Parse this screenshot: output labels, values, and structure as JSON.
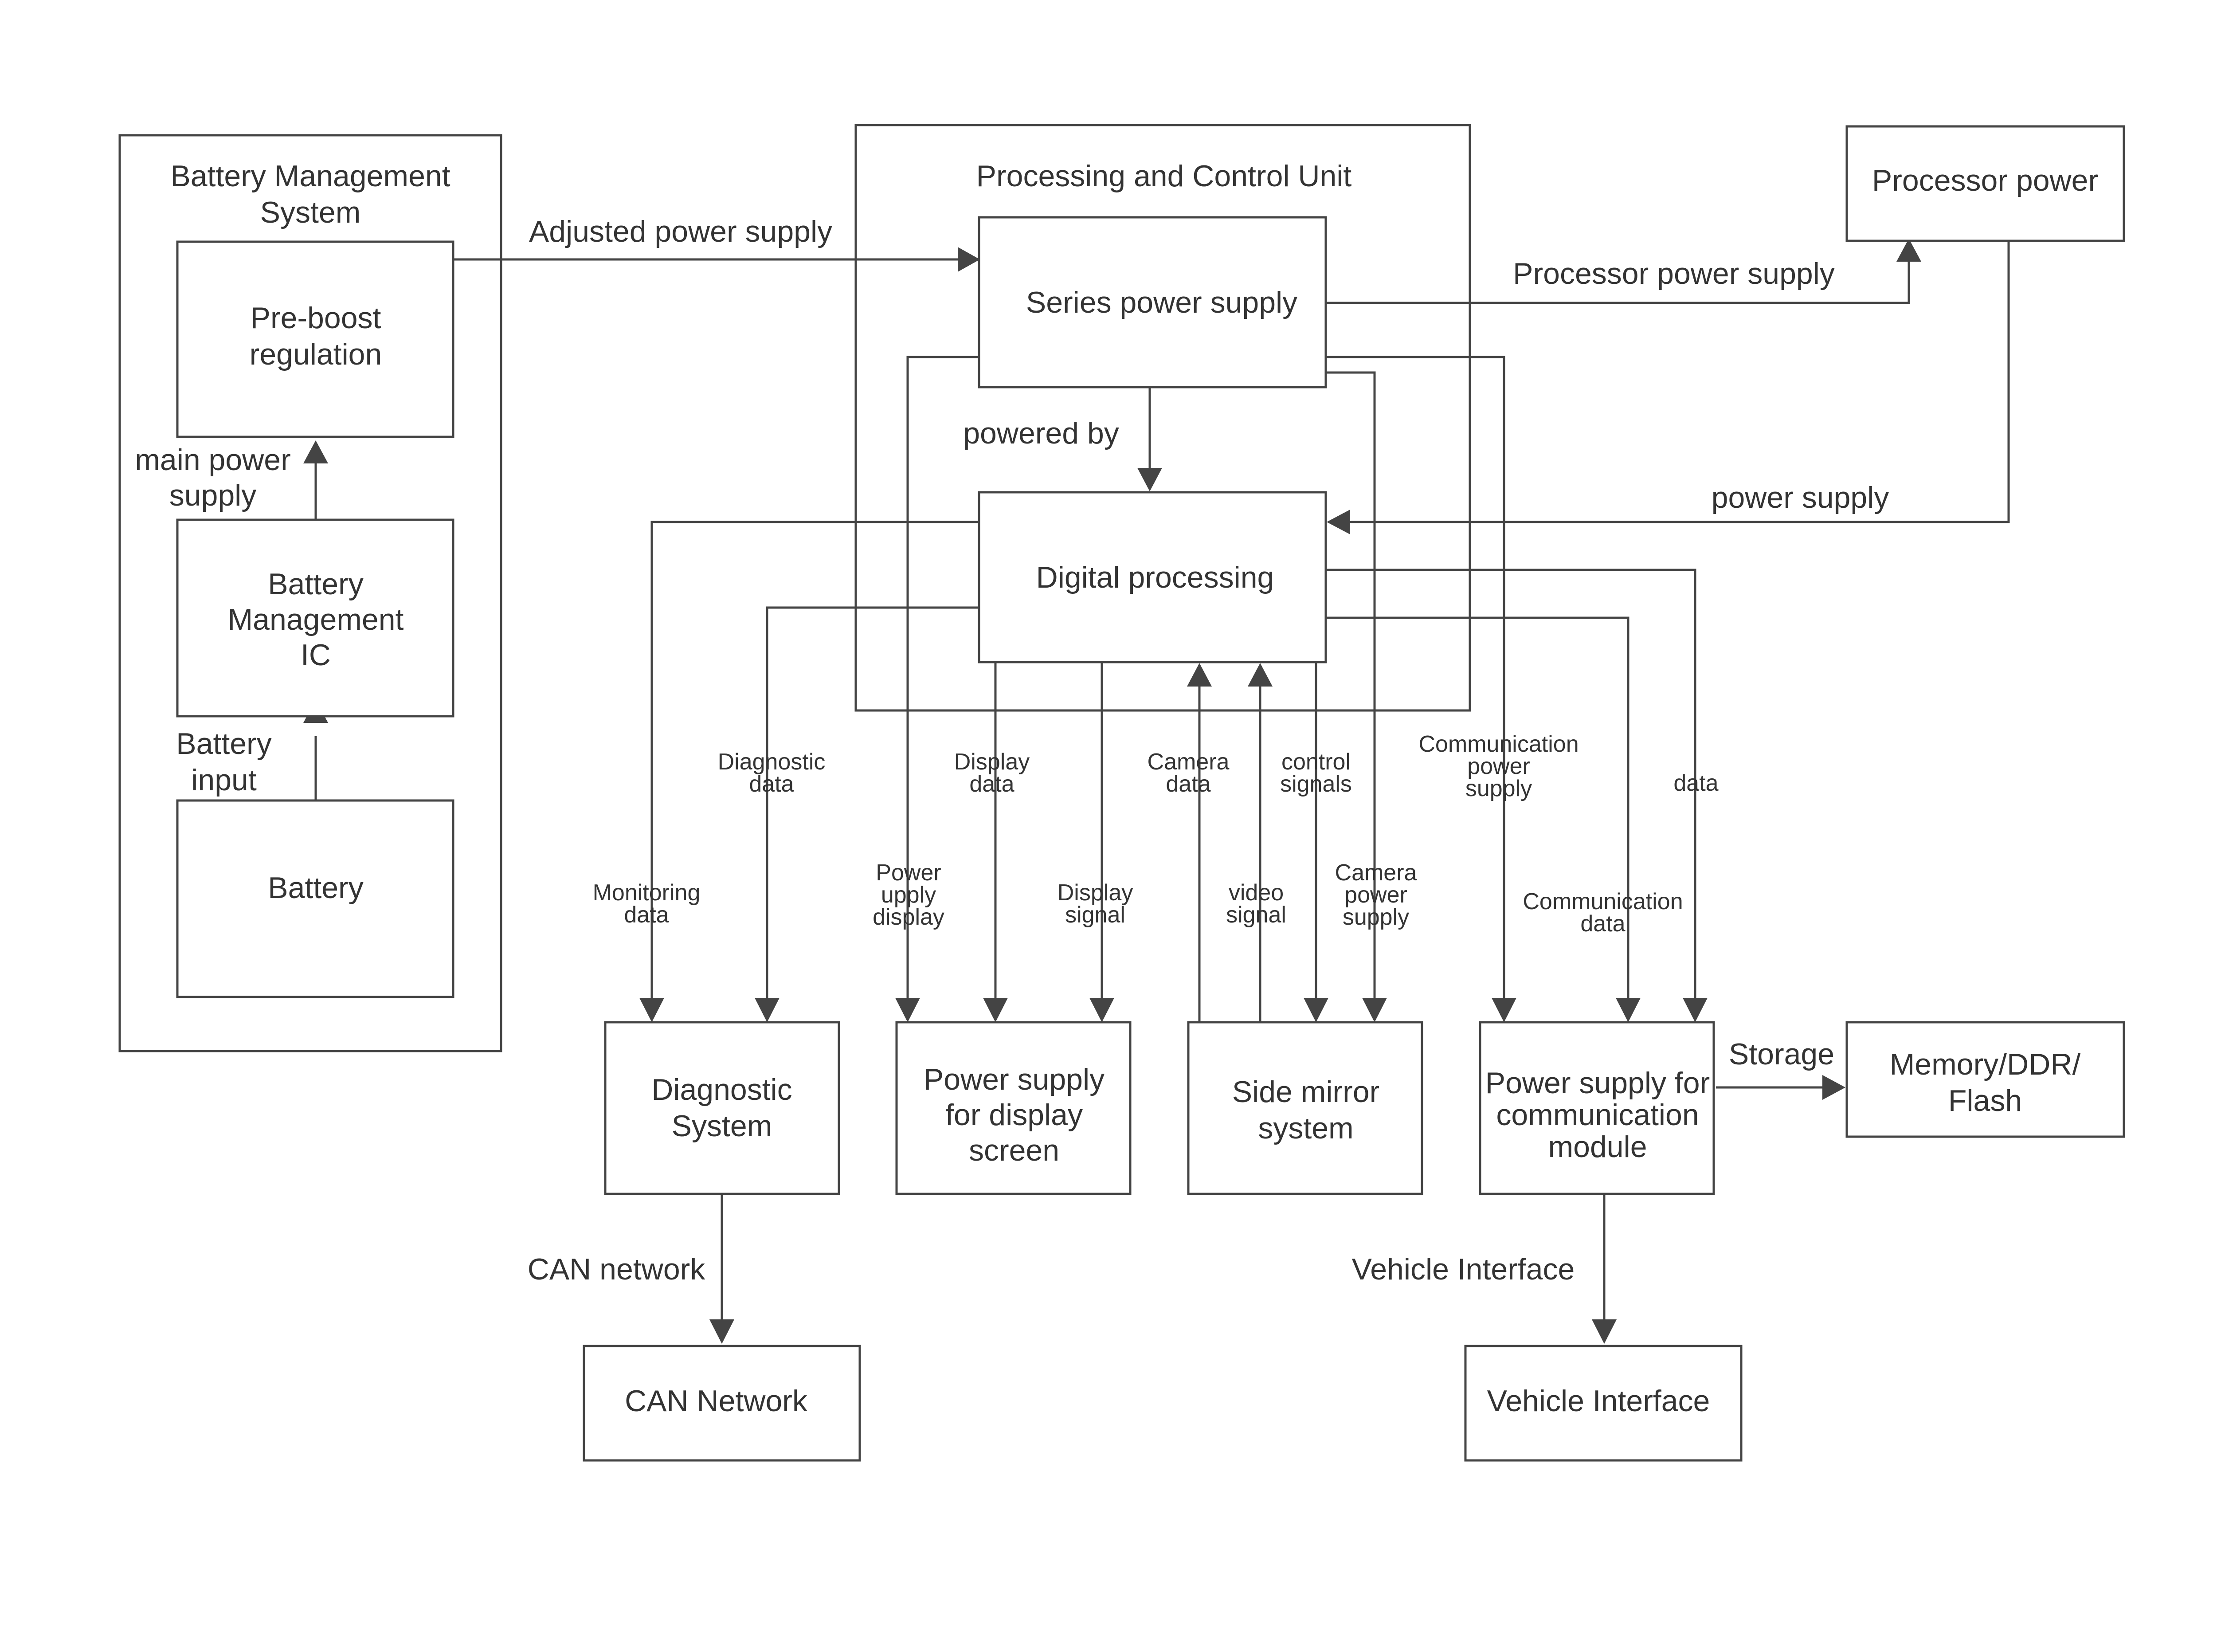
{
  "groups": {
    "bms": [
      "Battery Management",
      "System"
    ],
    "pcu": [
      "Processing and Control Unit"
    ]
  },
  "blocks": {
    "preboost": [
      "Pre-boost",
      "regulation"
    ],
    "bmic": [
      "Battery",
      "Management",
      "IC"
    ],
    "battery": [
      "Battery"
    ],
    "series": [
      "Series power supply"
    ],
    "digital": [
      "Digital processing"
    ],
    "procpower": [
      "Processor power"
    ],
    "diag": [
      "Diagnostic",
      "System"
    ],
    "psdisp": [
      "Power supply",
      "for display",
      "screen"
    ],
    "mirror": [
      "Side mirror",
      "system"
    ],
    "pscomm": [
      "Power supply for",
      "communication",
      "module"
    ],
    "memory": [
      "Memory/DDR/",
      "Flash"
    ],
    "can": [
      "CAN Network"
    ],
    "vehicle": [
      "Vehicle Interface"
    ]
  },
  "labels": {
    "main_power": [
      "main power",
      "supply"
    ],
    "battery_input": [
      "Battery",
      "input"
    ],
    "adjusted": [
      "Adjusted power supply"
    ],
    "proc_supply": [
      "Processor power supply"
    ],
    "powered_by": [
      "powered by"
    ],
    "power_supply": [
      "power supply"
    ],
    "monitoring": [
      "Monitoring",
      "data"
    ],
    "diag_data": [
      "Diagnostic",
      "data"
    ],
    "power_display": [
      "Power",
      "upply",
      "display"
    ],
    "display_data": [
      "Display",
      "data"
    ],
    "display_signal": [
      "Display",
      "signal"
    ],
    "camera_data": [
      "Camera",
      "data"
    ],
    "video_signal": [
      "video",
      "signal"
    ],
    "control_signals": [
      "control",
      "signals"
    ],
    "camera_power": [
      "Camera",
      "power",
      "supply"
    ],
    "comm_power": [
      "Communication",
      "power",
      "supply"
    ],
    "comm_data": [
      "Communication",
      "data"
    ],
    "data": [
      "data"
    ],
    "storage": [
      "Storage"
    ],
    "can_network": [
      "CAN network"
    ],
    "vehicle_interface": [
      "Vehicle Interface"
    ]
  },
  "colors": {
    "stroke": "#444444",
    "text": "#333333",
    "background": "#ffffff"
  }
}
